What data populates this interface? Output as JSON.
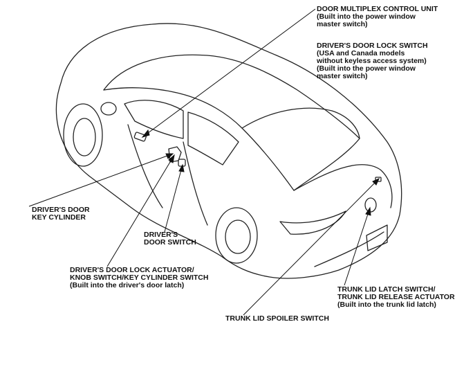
{
  "labels": {
    "door_multiplex": [
      "DOOR MULTIPLEX CONTROL UNIT",
      "(Built into the power window",
      "master switch)"
    ],
    "door_lock_switch": [
      "DRIVER'S DOOR LOCK SWITCH",
      "(USA and Canada models",
      "without keyless access system)",
      "(Built into the power window",
      "master switch)"
    ],
    "key_cylinder": [
      "DRIVER'S DOOR",
      "KEY CYLINDER"
    ],
    "door_switch": [
      "DRIVER'S",
      "DOOR SWITCH"
    ],
    "lock_actuator": [
      "DRIVER'S DOOR LOCK ACTUATOR/",
      "KNOB SWITCH/KEY CYLINDER SWITCH",
      "(Built into the driver's door latch)"
    ],
    "trunk_latch": [
      "TRUNK LID LATCH SWITCH/",
      "TRUNK LID RELEASE ACTUATOR",
      "(Built into the trunk lid latch)"
    ],
    "trunk_spoiler": [
      "TRUNK LID SPOILER SWITCH"
    ]
  },
  "colors": {
    "line": "#111111",
    "background": "#ffffff"
  }
}
